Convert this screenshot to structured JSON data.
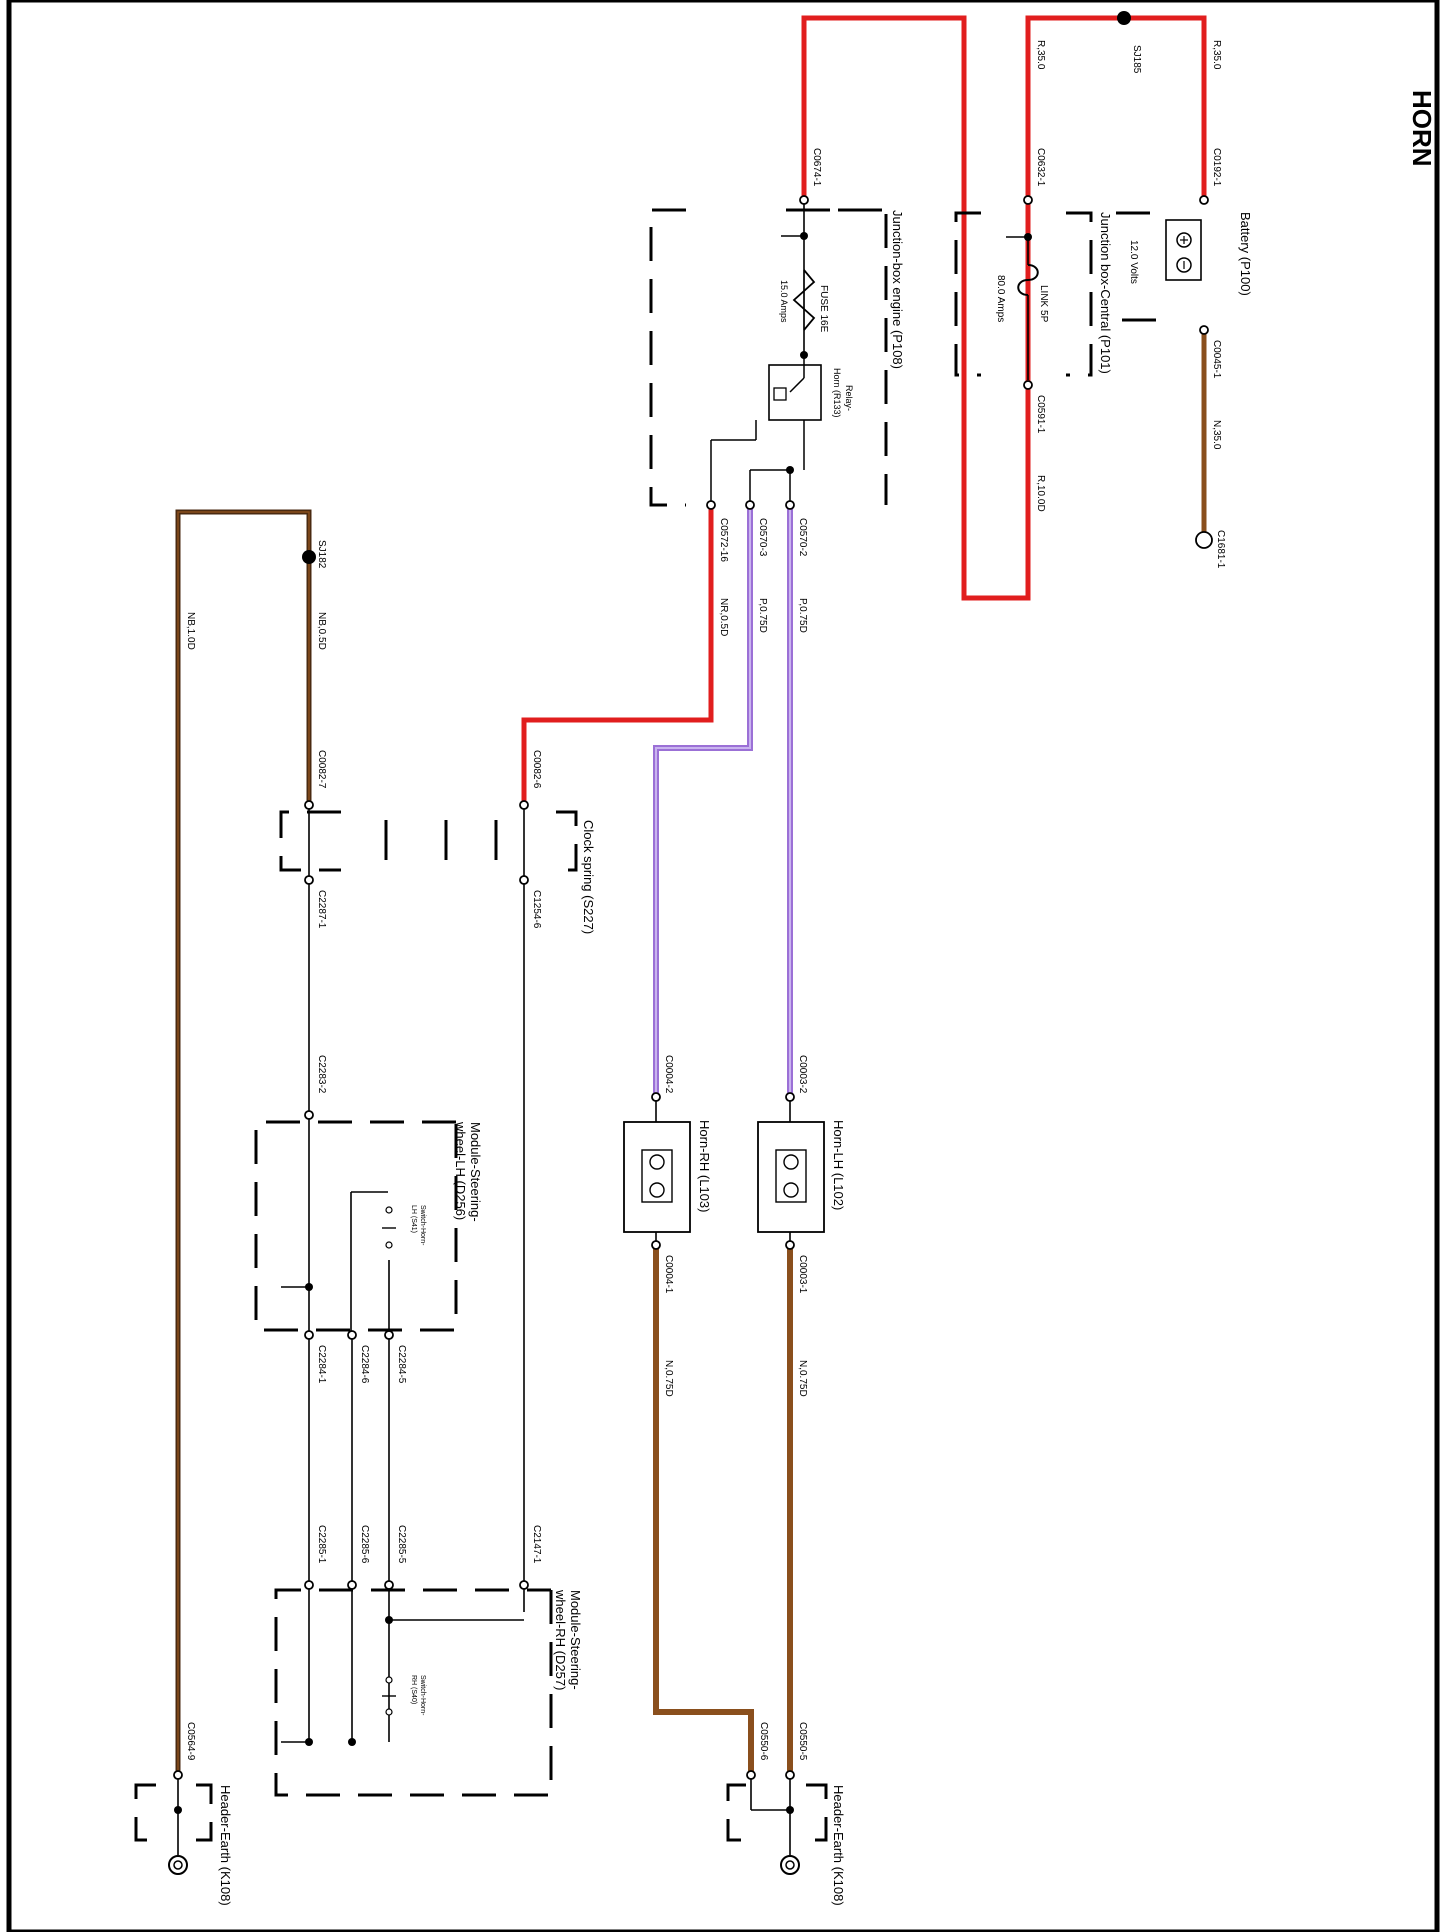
{
  "title": "HORN",
  "colors": {
    "red": "#e11e1e",
    "purple": "#9b70d6",
    "purple_core": "#c9b4ef",
    "brown": "#8a4f1d",
    "dark_brown": "#4a2a10",
    "black": "#000000"
  },
  "components": {
    "battery": {
      "name": "Battery (P100)",
      "rating": "12.0 Volts"
    },
    "jb_central": {
      "name": "Junction box-Central (P101)",
      "link": "LINK 5P",
      "rating": "80.0 Amps"
    },
    "jb_engine": {
      "name": "Junction-box engine (P108)",
      "fuse": "FUSE 16E",
      "fuse_rating": "15.0 Amps",
      "relay_a": "Relay-",
      "relay_b": "Horn (R133)"
    },
    "clock_spring": {
      "name": "Clock spring (S227)"
    },
    "horn_lh": {
      "name": "Horn-LH (L102)"
    },
    "horn_rh": {
      "name": "Horn-RH (L103)"
    },
    "steer_lh": {
      "name_a": "Module-Steering-",
      "name_b": "wheel-LH (D256)",
      "switch_a": "Switch-Horn-",
      "switch_b": "LH (S41)"
    },
    "steer_rh": {
      "name_a": "Module-Steering-",
      "name_b": "wheel-RH (D257)",
      "switch_a": "Switch-Horn-",
      "switch_b": "RH (S40)"
    },
    "earth_1": {
      "name": "Header-Earth (K108)"
    },
    "earth_2": {
      "name": "Header-Earth (K108)"
    }
  },
  "connectors": {
    "c0192_1": "C0192-1",
    "c0045_1": "C0045-1",
    "c1681_1": "C1681-1",
    "c0632_1": "C0632-1",
    "c0591_1": "C0591-1",
    "c0674_1": "C0674-1",
    "c0570_2": "C0570-2",
    "c0570_3": "C0570-3",
    "c0572_16": "C0572-16",
    "c0082_6": "C0082-6",
    "c0082_7": "C0082-7",
    "c1254_6": "C1254-6",
    "c2287_1": "C2287-1",
    "c0003_2": "C0003-2",
    "c0004_2": "C0004-2",
    "c0003_1": "C0003-1",
    "c0004_1": "C0004-1",
    "c2283_2": "C2283-2",
    "c2284_1": "C2284-1",
    "c2284_6": "C2284-6",
    "c2284_5": "C2284-5",
    "c2285_1": "C2285-1",
    "c2285_6": "C2285-6",
    "c2285_5": "C2285-5",
    "c2147_1": "C2147-1",
    "c0564_9": "C0564-9",
    "c0550_6": "C0550-6",
    "c0550_5": "C0550-5"
  },
  "splices": {
    "sj185": "SJ185",
    "sj182": "SJ182"
  },
  "wires": {
    "r35_a": "R,35.0",
    "r35_b": "R,35.0",
    "n35": "N,35.0",
    "r10": "R,10.0D",
    "p075_a": "P,0.75D",
    "p075_b": "P,0.75D",
    "nr05": "NR,0.5D",
    "nb05": "NB,0.5D",
    "nb10": "NB,1.0D",
    "n075_a": "N,0.75D",
    "n075_b": "N,0.75D"
  }
}
